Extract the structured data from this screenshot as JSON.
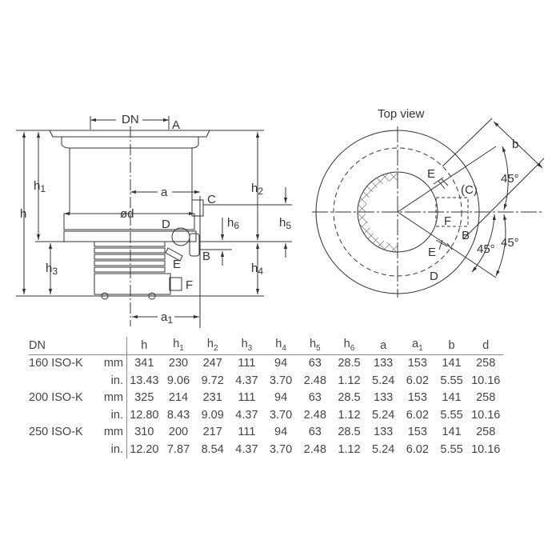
{
  "side_view": {
    "labels": {
      "dn": "DN",
      "a_port": "A",
      "b_port": "B",
      "c_port": "C",
      "d_port": "D",
      "e_port": "E",
      "f_port": "F",
      "a_dim": "a",
      "a1_dim": "a",
      "a1_sub": "1",
      "od": "ød",
      "h": "h",
      "h1": "h",
      "h1_sub": "1",
      "h2": "h",
      "h2_sub": "2",
      "h3": "h",
      "h3_sub": "3",
      "h4": "h",
      "h4_sub": "4",
      "h5": "h",
      "h5_sub": "5",
      "h6": "h",
      "h6_sub": "6"
    }
  },
  "top_view": {
    "title": "Top view",
    "labels": {
      "e1": "E",
      "e2": "E",
      "c": "(C)",
      "f": "F",
      "b": "B",
      "d": "D",
      "b_dim": "b",
      "angle1": "45°",
      "angle2": "45°",
      "angle3": "45°"
    }
  },
  "table": {
    "first_header": "DN",
    "columns": [
      {
        "base": "h",
        "sub": ""
      },
      {
        "base": "h",
        "sub": "1"
      },
      {
        "base": "h",
        "sub": "2"
      },
      {
        "base": "h",
        "sub": "3"
      },
      {
        "base": "h",
        "sub": "4"
      },
      {
        "base": "h",
        "sub": "5"
      },
      {
        "base": "h",
        "sub": "6"
      },
      {
        "base": "a",
        "sub": ""
      },
      {
        "base": "a",
        "sub": "1"
      },
      {
        "base": "b",
        "sub": ""
      },
      {
        "base": "d",
        "sub": ""
      }
    ],
    "rows": [
      {
        "dn": "160 ISO-K",
        "unit": "mm",
        "values": [
          "341",
          "230",
          "247",
          "111",
          "94",
          "63",
          "28.5",
          "133",
          "153",
          "141",
          "258"
        ]
      },
      {
        "dn": "",
        "unit": "in.",
        "values": [
          "13.43",
          "9.06",
          "9.72",
          "4.37",
          "3.70",
          "2.48",
          "1.12",
          "5.24",
          "6.02",
          "5.55",
          "10.16"
        ]
      },
      {
        "dn": "200 ISO-K",
        "unit": "mm",
        "values": [
          "325",
          "214",
          "231",
          "111",
          "94",
          "63",
          "28.5",
          "133",
          "153",
          "141",
          "258"
        ]
      },
      {
        "dn": "",
        "unit": "in.",
        "values": [
          "12.80",
          "8.43",
          "9.09",
          "4.37",
          "3.70",
          "2.48",
          "1.12",
          "5.24",
          "6.02",
          "5.55",
          "10.16"
        ]
      },
      {
        "dn": "250 ISO-K",
        "unit": "mm",
        "values": [
          "310",
          "200",
          "217",
          "111",
          "94",
          "63",
          "28.5",
          "133",
          "153",
          "141",
          "258"
        ]
      },
      {
        "dn": "",
        "unit": "in.",
        "values": [
          "12.20",
          "7.87",
          "8.54",
          "4.37",
          "3.70",
          "2.48",
          "1.12",
          "5.24",
          "6.02",
          "5.55",
          "10.16"
        ]
      }
    ]
  }
}
